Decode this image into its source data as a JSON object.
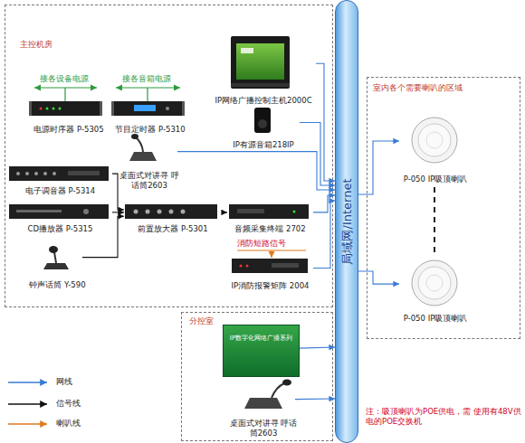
{
  "diagram": {
    "nodes": [
      {
        "text": [
          "主控机房"
        ]
      },
      {
        "text": [
          "电源时序器 P-5305"
        ],
        "in": 0
      },
      {
        "text": [
          "节目定时器 P-5310"
        ],
        "in": 0
      },
      {
        "text": [
          "IP网络广播控制主机2000C"
        ],
        "in": 0
      },
      {
        "text": [
          "IP有源音箱218IP"
        ],
        "in": 0
      },
      {
        "text": [
          "桌面式对讲寻 呼话筒2603"
        ],
        "in": 0
      },
      {
        "text": [
          "电子调音器 P-5314"
        ],
        "in": 0
      },
      {
        "text": [
          "CD播放器 P-5315"
        ],
        "in": 0
      },
      {
        "text": [
          "前置放大器 P-5301"
        ],
        "in": 0
      },
      {
        "text": [
          "音频采集终端 2702"
        ],
        "in": 0
      },
      {
        "text": [
          "钟声话筒 Y-590"
        ],
        "in": 0
      },
      {
        "text": [
          "IP消防报警矩阵 2004"
        ],
        "in": 0
      },
      {
        "text": [
          "局域网/Internet"
        ]
      },
      {
        "text": [
          "室内各个需要喇叭的区域"
        ]
      },
      {
        "text": [
          "P-050 IP吸顶喇叭"
        ],
        "in": 13
      },
      {
        "text": [
          "P-050 IP吸顶喇叭"
        ],
        "in": 13
      },
      {
        "text": [
          "分控室"
        ]
      },
      {
        "text": [
          "IP数字化网络广播系列"
        ],
        "in": 16
      },
      {
        "text": [
          "桌面式对讲寻 呼话筒2603"
        ],
        "in": 16
      }
    ],
    "edges": [
      {
        "from": 6,
        "to": 8,
        "arrow": "to"
      },
      {
        "from": 7,
        "to": 8,
        "arrow": "to"
      },
      {
        "from": 10,
        "to": 8,
        "arrow": "to"
      },
      {
        "from": 8,
        "to": 9,
        "arrow": "to"
      },
      {
        "from": 3,
        "to": 12,
        "arrow": "to"
      },
      {
        "from": 4,
        "to": 12,
        "arrow": "to"
      },
      {
        "from": 5,
        "to": 12,
        "arrow": "to"
      },
      {
        "from": 9,
        "to": 12,
        "arrow": "to"
      },
      {
        "from": 11,
        "to": 12,
        "arrow": "to"
      },
      {
        "from": 12,
        "to": 14,
        "arrow": "to"
      },
      {
        "from": 12,
        "to": 15,
        "arrow": "to"
      },
      {
        "from": 17,
        "to": 12,
        "arrow": "to"
      },
      {
        "from": 18,
        "to": 12,
        "arrow": "to"
      }
    ],
    "labels": [
      "接各设备电源",
      "接各音箱电源",
      "消防短路信号",
      "注：吸顶喇叭为POE供电，需 使用有48V供电的POE交换机"
    ],
    "legend": [
      {
        "text": "网线"
      },
      {
        "text": "信号线"
      },
      {
        "text": "喇叭线"
      }
    ]
  }
}
